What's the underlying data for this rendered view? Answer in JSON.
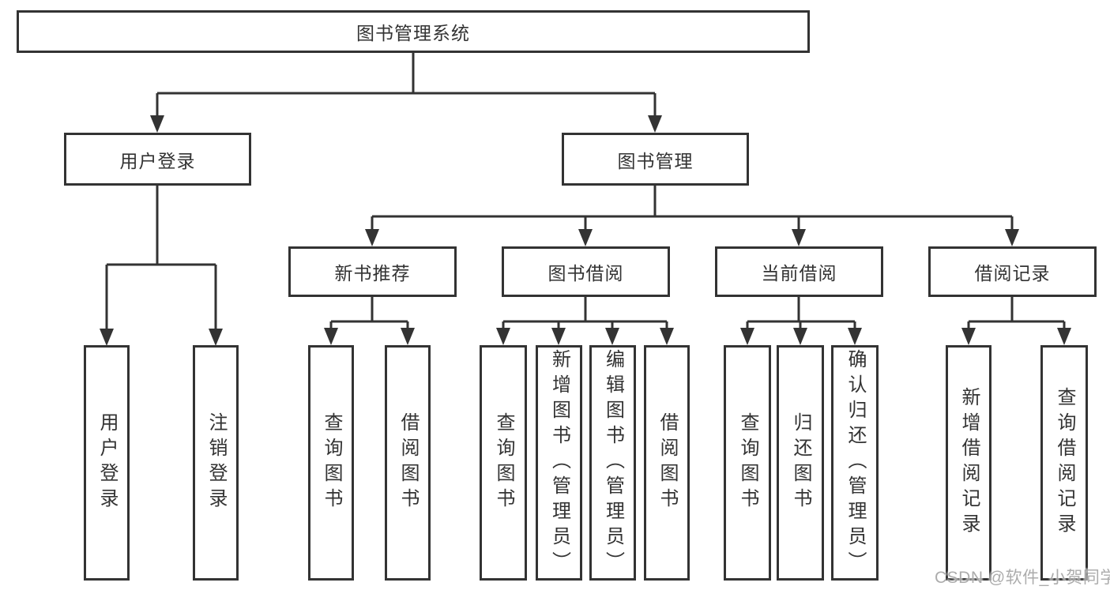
{
  "diagram": {
    "root": {
      "label": "图书管理系统"
    },
    "branches": [
      {
        "label": "用户登录",
        "children": [
          "用户登录",
          "注销登录"
        ]
      },
      {
        "label": "图书管理",
        "children": [
          {
            "label": "新书推荐",
            "children": [
              "查询图书",
              "借阅图书"
            ]
          },
          {
            "label": "图书借阅",
            "children": [
              "查询图书",
              "新增图书（管理员）",
              "编辑图书（管理员）",
              "借阅图书"
            ]
          },
          {
            "label": "当前借阅",
            "children": [
              "查询图书",
              "归还图书",
              "确认归还（管理员）"
            ]
          },
          {
            "label": "借阅记录",
            "children": [
              "新增借阅记录",
              "查询借阅记录"
            ]
          }
        ]
      }
    ],
    "colors": {
      "line": "#333333",
      "text": "#333333",
      "box_background": "#ffffff",
      "watermark": "#9e9e9e"
    },
    "watermark": "CSDN @软件_小贺同学"
  }
}
